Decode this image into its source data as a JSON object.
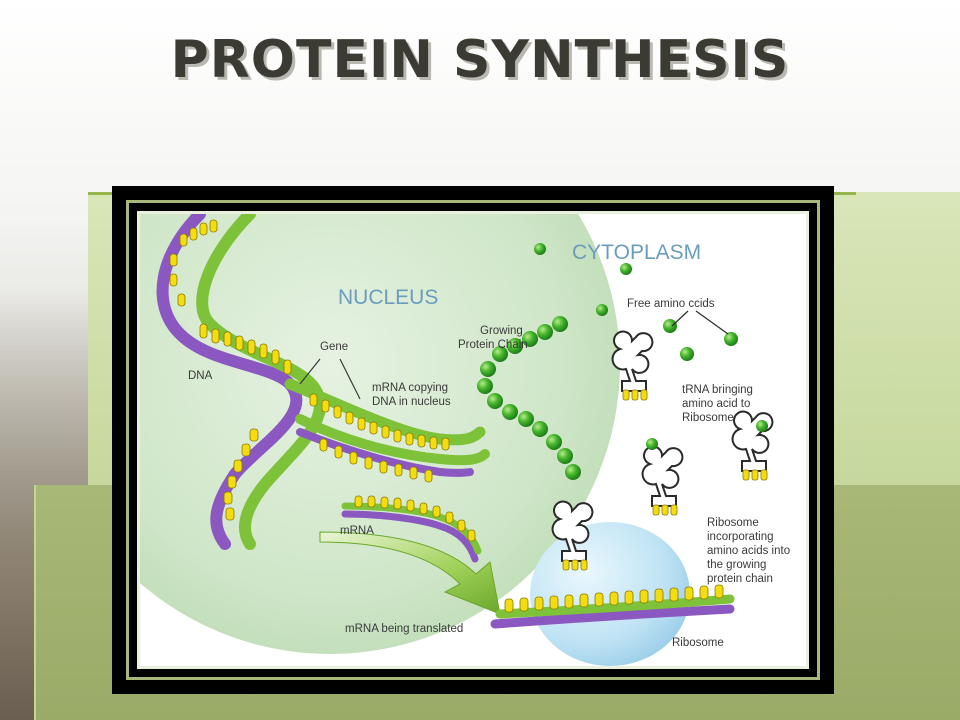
{
  "slide": {
    "title": "PROTEIN SYNTHESIS"
  },
  "diagram": {
    "labels": {
      "cytoplasm": "CYTOPLASM",
      "nucleus": "NUCLEUS",
      "free_amino": "Free amino ccids",
      "growing_1": "Growing",
      "growing_2": "Protein Chain",
      "gene": "Gene",
      "dna": "DNA",
      "mrna_copy_1": "mRNA copying",
      "mrna_copy_2": "DNA in nucleus",
      "trna_1": "tRNA bringing",
      "trna_2": "amino acid to",
      "trna_3": "Ribosome",
      "mrna": "mRNA",
      "ribo_1": "Ribosome",
      "ribo_2": "incorporating",
      "ribo_3": "amino acids into",
      "ribo_4": "the growing",
      "ribo_5": "protein chain",
      "mrna_translated": "mRNA being translated",
      "ribosome": "Ribosome"
    },
    "colors": {
      "nucleus": "#cfe6c8",
      "dna_green": "#7ec23a",
      "dna_purple": "#8a58c0",
      "base_yellow": "#f3dc10",
      "amino_green": "#3fae2c",
      "ribosome": "#bde2f3",
      "label_blue": "#6a9dbd"
    }
  }
}
